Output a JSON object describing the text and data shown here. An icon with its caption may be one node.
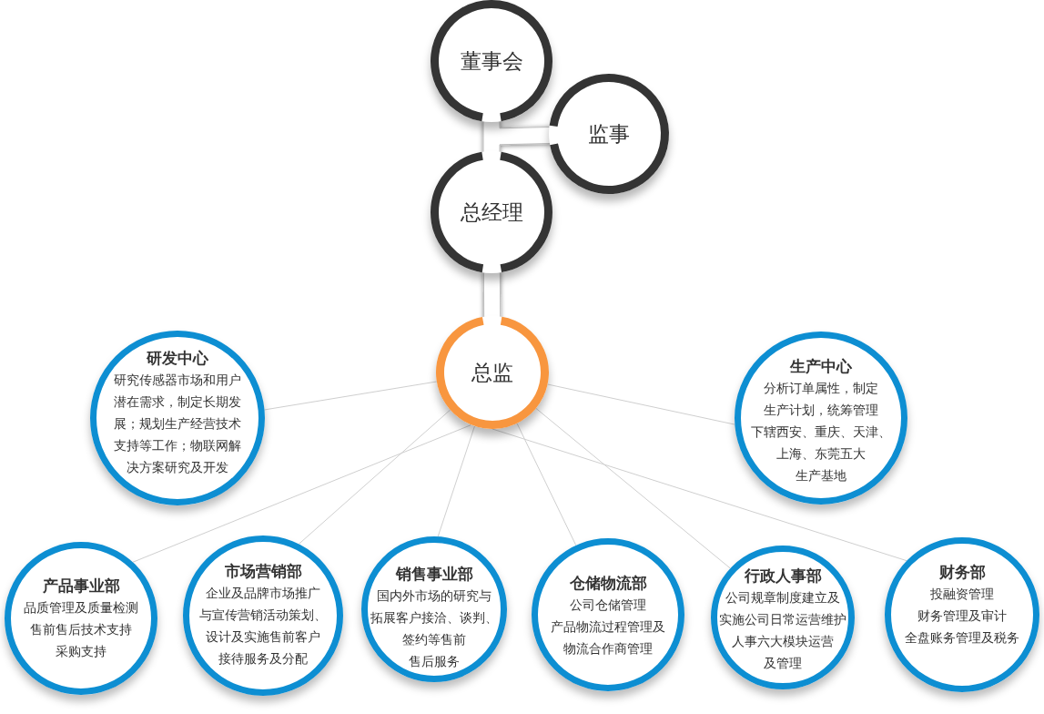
{
  "diagram": {
    "nodes": [
      {
        "text": [
          "董事会"
        ]
      },
      {
        "text": [
          "监事"
        ]
      },
      {
        "text": [
          "总经理"
        ]
      },
      {
        "text": [
          "总监"
        ]
      },
      {
        "text": [
          "研发中心",
          "研究传感器市场和用户潜在需求，制定长期发展；规划生产经营技术支持等工作；物联网解决方案研究及开发"
        ]
      },
      {
        "text": [
          "生产中心",
          "分析订单属性，制定生产计划，统筹管理下辖西安、重庆、天津、上海、东莞五大生产基地"
        ]
      },
      {
        "text": [
          "产品事业部",
          "品质管理及质量检测",
          "售前售后技术支持",
          "采购支持"
        ]
      },
      {
        "text": [
          "市场营销部",
          "企业及品牌市场推广与宣传营销活动策划、设计及实施售前客户接待服务及分配"
        ]
      },
      {
        "text": [
          "销售事业部",
          "国内外市场的研究与拓展客户接洽、谈判、签约等售前售后服务"
        ]
      },
      {
        "text": [
          "仓储物流部",
          "公司仓储管理",
          "产品物流过程管理及物流合作商管理"
        ]
      },
      {
        "text": [
          "行政人事部",
          "公司规章制度建立及实施公司日常运营维护",
          "人事六大模块运营及管理"
        ]
      },
      {
        "text": [
          "财务部",
          "投融资管理",
          "财务管理及审计",
          "全盘账务管理及税务"
        ]
      }
    ],
    "edges": [
      {
        "from": 0,
        "to": 2,
        "arrow": "none",
        "style": "thick",
        "color": "#ffffff"
      },
      {
        "from": 0,
        "to": 1,
        "arrow": "none",
        "style": "thick",
        "color": "#ffffff"
      },
      {
        "from": 2,
        "to": 3,
        "arrow": "none",
        "style": "thick",
        "color": "#ffffff"
      },
      {
        "from": 3,
        "to": 4,
        "arrow": "none"
      },
      {
        "from": 3,
        "to": 5,
        "arrow": "none"
      },
      {
        "from": 3,
        "to": 6,
        "arrow": "none"
      },
      {
        "from": 3,
        "to": 7,
        "arrow": "none"
      },
      {
        "from": 3,
        "to": 8,
        "arrow": "none"
      },
      {
        "from": 3,
        "to": 9,
        "arrow": "none"
      },
      {
        "from": 3,
        "to": 10,
        "arrow": "none"
      },
      {
        "from": 3,
        "to": 11,
        "arrow": "none"
      }
    ]
  }
}
